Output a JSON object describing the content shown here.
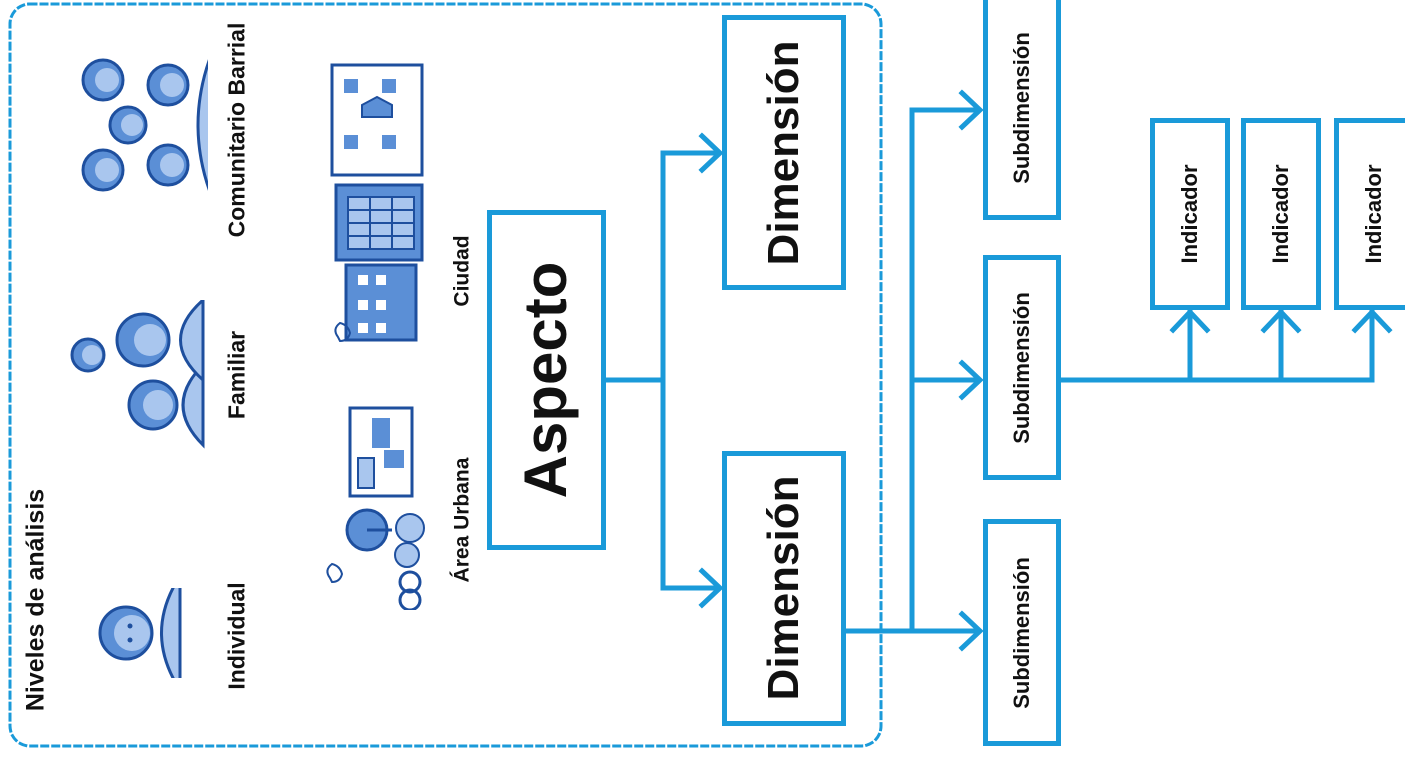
{
  "colors": {
    "accent": "#1a9ad9",
    "icon_fill": "#5b8fd6",
    "icon_dark": "#1e4f9e",
    "icon_light": "#a9c6ee",
    "text": "#111111"
  },
  "panel": {
    "title": "Niveles de análisis",
    "levels": [
      {
        "label": "Individual",
        "icon": "person-icon"
      },
      {
        "label": "Familiar",
        "icon": "family-icon"
      },
      {
        "label": "Comunitario Barrial",
        "icon": "community-icon"
      }
    ],
    "scales": [
      {
        "label": "Área Urbana",
        "icon": "urban-area-icon"
      },
      {
        "label": "Ciudad",
        "icon": "city-icon"
      }
    ]
  },
  "diagram": {
    "aspect": "Aspecto",
    "dimensions": [
      "Dimensión",
      "Dimensión"
    ],
    "subdimensions": [
      "Subdimensión",
      "Subdimensión",
      "Subdimensión"
    ],
    "indicators": [
      "Indicador",
      "Indicador",
      "Indicador"
    ]
  }
}
